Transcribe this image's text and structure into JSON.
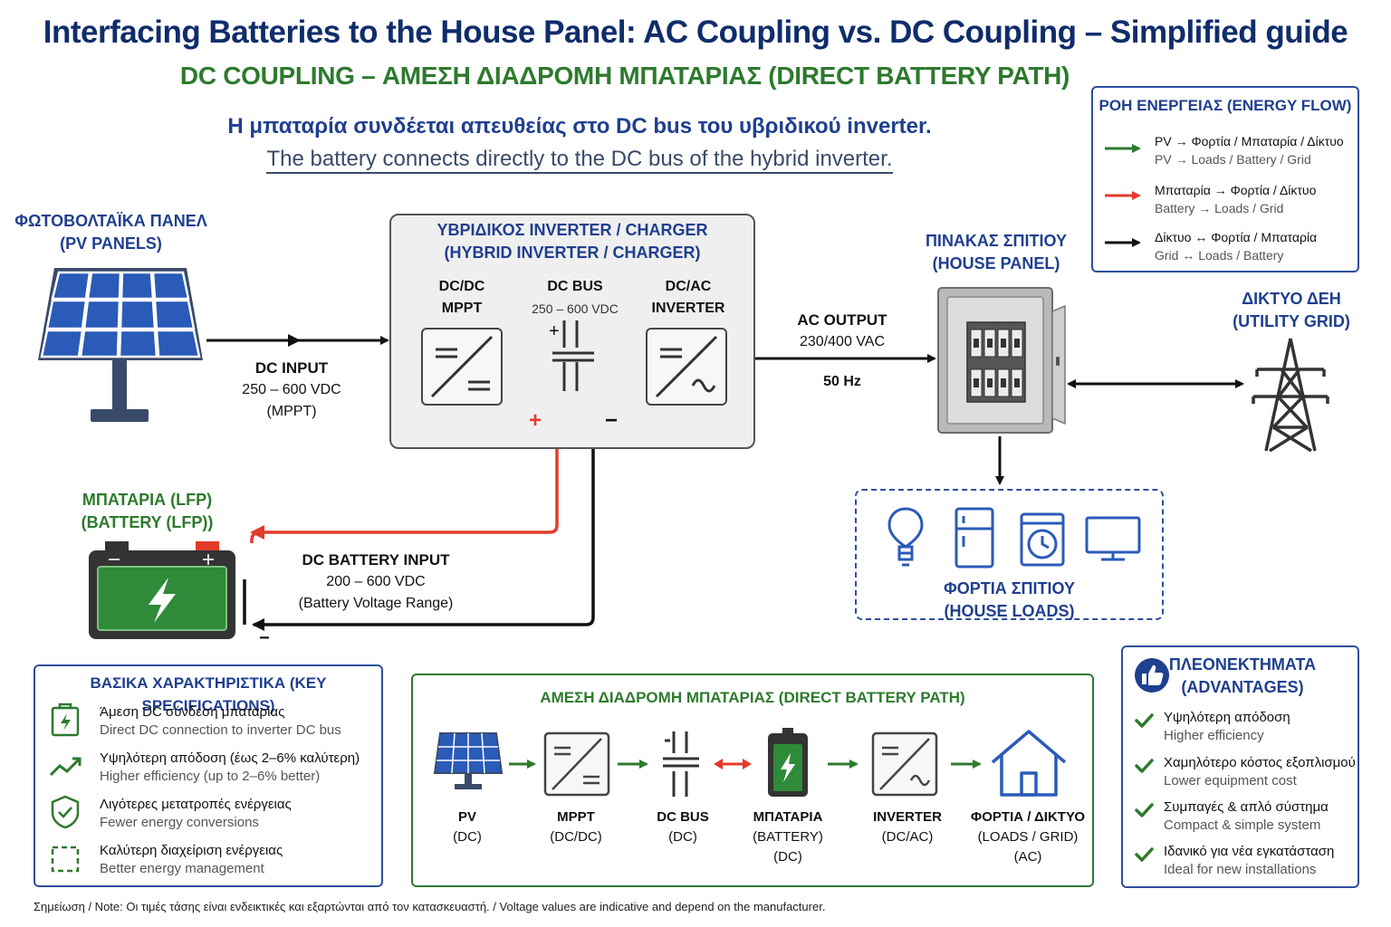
{
  "title": "Interfacing Batteries to the House Panel: AC Coupling vs. DC Coupling – Simplified guide",
  "subtitle": "DC COUPLING – ΑΜΕΣΗ ΔΙΑΔΡΟΜΗ ΜΠΑΤΑΡΙΑΣ (DIRECT BATTERY PATH)",
  "lead_gr": "Η μπαταρία συνδέεται απευθείας στο DC bus του υβριδικού inverter.",
  "lead_en": "The battery connects directly to the DC bus of the hybrid inverter.",
  "pv": {
    "label_gr": "ΦΩΤΟΒΟΛΤΑΪΚΑ ΠΑΝΕΛ",
    "label_en": "(PV PANELS)"
  },
  "dc_input": {
    "label": "DC INPUT",
    "range": "250 – 600 VDC",
    "note": "(MPPT)"
  },
  "inverter": {
    "title_gr": "ΥΒΡΙΔΙΚΟΣ INVERTER / CHARGER",
    "title_en": "(HYBRID INVERTER / CHARGER)",
    "mppt_l1": "DC/DC",
    "mppt_l2": "MPPT",
    "bus_l1": "DC BUS",
    "bus_l2": "250 – 600 VDC",
    "inv_l1": "DC/AC",
    "inv_l2": "INVERTER",
    "plus": "+",
    "minus": "−"
  },
  "ac_output": {
    "label": "AC OUTPUT",
    "voltage": "230/400 VAC",
    "freq": "50 Hz"
  },
  "house_panel": {
    "label_gr": "ΠΙΝΑΚΑΣ ΣΠΙΤΙΟΥ",
    "label_en": "(HOUSE PANEL)"
  },
  "grid": {
    "label_gr": "ΔΙΚΤΥΟ ΔΕΗ",
    "label_en": "(UTILITY GRID)"
  },
  "battery": {
    "label_gr": "ΜΠΑΤΑΡΙΑ (LFP)",
    "label_en": "(BATTERY (LFP))",
    "minus": "−"
  },
  "battery_input": {
    "label": "DC BATTERY INPUT",
    "range": "200 – 600 VDC",
    "note": "(Battery Voltage Range)"
  },
  "loads": {
    "label_gr": "ΦΟΡΤΙΑ ΣΠΙΤΙΟΥ",
    "label_en": "(HOUSE LOADS)"
  },
  "legend": {
    "title": "ΡΟΗ ΕΝΕΡΓΕΙΑΣ (ENERGY FLOW)",
    "items": [
      {
        "gr": "PV → Φορτία / Μπαταρία / Δίκτυο",
        "en": "PV → Loads / Battery / Grid",
        "color": "#2d7a2d"
      },
      {
        "gr": "Μπαταρία → Φορτία / Δίκτυο",
        "en": "Battery → Loads / Grid",
        "color": "#e23b2a"
      },
      {
        "gr": "Δίκτυο ↔ Φορτία / Μπαταρία",
        "en": "Grid ↔ Loads / Battery",
        "color": "#111111"
      }
    ]
  },
  "specs": {
    "title": "ΒΑΣΙΚΑ ΧΑΡΑΚΤΗΡΙΣΤΙΚΑ (KEY SPECIFICATIONS)",
    "items": [
      {
        "gr": "Άμεση DC σύνδεση μπαταρίας",
        "en": "Direct DC connection to inverter DC bus",
        "icon": "battery-bolt-icon"
      },
      {
        "gr": "Υψηλότερη απόδοση (έως 2–6% καλύτερη)",
        "en": "Higher efficiency (up to 2–6% better)",
        "icon": "trend-up-icon"
      },
      {
        "gr": "Λιγότερες μετατροπές ενέργειας",
        "en": "Fewer energy conversions",
        "icon": "shield-check-icon"
      },
      {
        "gr": "Καλύτερη διαχείριση ενέργειας",
        "en": "Better energy management",
        "icon": "dashed-square-icon"
      }
    ]
  },
  "path": {
    "title": "ΑΜΕΣΗ ΔΙΑΔΡΟΜΗ ΜΠΑΤΑΡΙΑΣ (DIRECT BATTERY PATH)",
    "steps": [
      {
        "l1": "PV",
        "l2": "(DC)",
        "l3": ""
      },
      {
        "l1": "MPPT",
        "l2": "(DC/DC)",
        "l3": ""
      },
      {
        "l1": "DC BUS",
        "l2": "(DC)",
        "l3": ""
      },
      {
        "l1": "ΜΠΑΤΑΡΙΑ",
        "l2": "(BATTERY)",
        "l3": "(DC)"
      },
      {
        "l1": "INVERTER",
        "l2": "(DC/AC)",
        "l3": ""
      },
      {
        "l1": "ΦΟΡΤΙΑ / ΔΙΚΤΥΟ",
        "l2": "(LOADS / GRID)",
        "l3": "(AC)"
      }
    ]
  },
  "advantages": {
    "title_gr": "ΠΛΕΟΝΕΚΤΗΜΑΤΑ",
    "title_en": "(ADVANTAGES)",
    "items": [
      {
        "gr": "Υψηλότερη απόδοση",
        "en": "Higher efficiency"
      },
      {
        "gr": "Χαμηλότερο κόστος εξοπλισμού",
        "en": "Lower equipment cost"
      },
      {
        "gr": "Συμπαγές & απλό σύστημα",
        "en": "Compact & simple system"
      },
      {
        "gr": "Ιδανικό για νέα εγκατάσταση",
        "en": "Ideal for new installations"
      }
    ]
  },
  "note": "Σημείωση / Note: Οι τιμές τάσης είναι ενδεικτικές και εξαρτώνται από τον κατασκευαστή. / Voltage values are indicative and depend on the manufacturer.",
  "colors": {
    "navy": "#0f2d6b",
    "blue": "#1f3f8f",
    "green": "#2d7a2d",
    "red": "#e23b2a",
    "panel_blue": "#2a5bb8"
  }
}
